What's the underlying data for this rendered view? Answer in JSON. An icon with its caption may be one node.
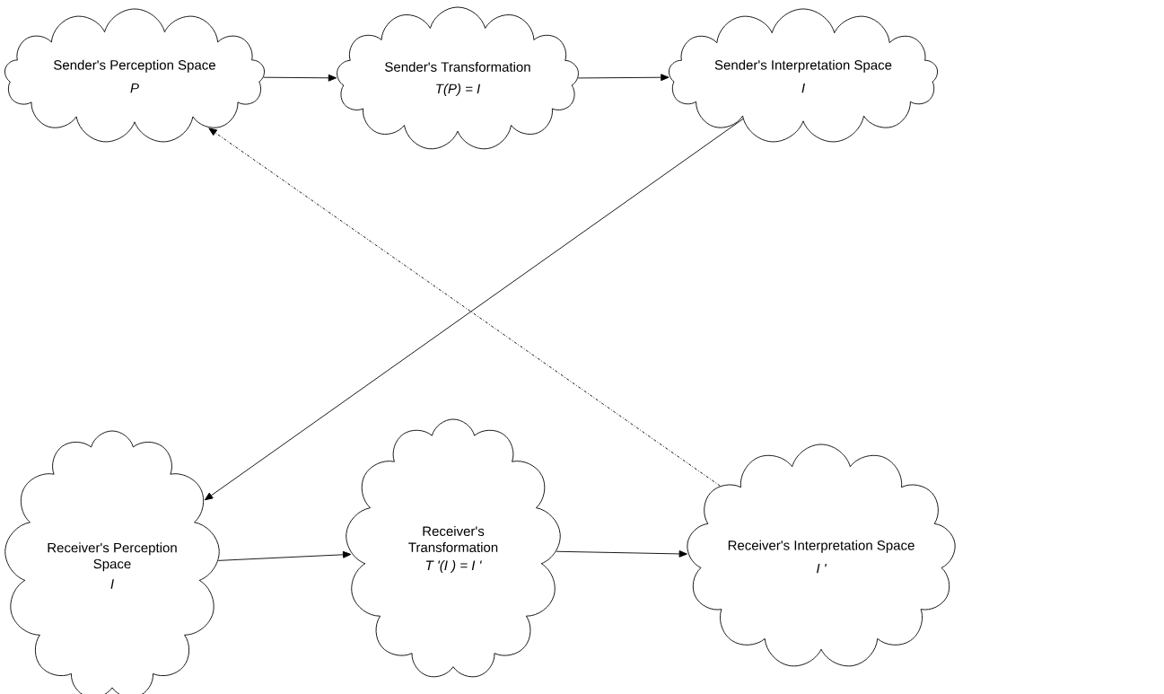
{
  "diagram": {
    "nodes": [
      {
        "text": [
          "Sender's Perception Space",
          "P"
        ]
      },
      {
        "text": [
          "Sender's Transformation",
          "T(P) = I"
        ]
      },
      {
        "text": [
          "Sender's Interpretation Space",
          "I"
        ]
      },
      {
        "text": [
          "Receiver's Perception Space",
          "I"
        ]
      },
      {
        "text": [
          "Receiver's Transformation",
          "T '(I ) = I '"
        ]
      },
      {
        "text": [
          "Receiver's Interpretation Space",
          "I '"
        ]
      }
    ],
    "edges": [
      {
        "from": 0,
        "to": 1,
        "arrow": "to"
      },
      {
        "from": 1,
        "to": 2,
        "arrow": "to"
      },
      {
        "from": 2,
        "to": 3,
        "arrow": "to"
      },
      {
        "from": 3,
        "to": 4,
        "arrow": "to"
      },
      {
        "from": 4,
        "to": 5,
        "arrow": "to"
      },
      {
        "from": 5,
        "to": 0,
        "arrow": "to",
        "style": "dashed"
      }
    ]
  }
}
